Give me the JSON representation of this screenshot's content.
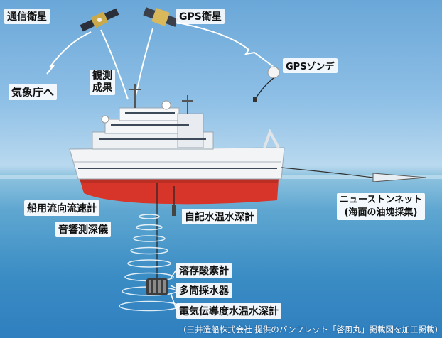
{
  "labels": {
    "comm_satellite": "通信衛星",
    "gps_satellite": "GPS衛星",
    "gps_sonde": "GPSゾンデ",
    "jma": "気象庁へ",
    "obs_results_line1": "観測",
    "obs_results_line2": "成果",
    "adcp": "船用流向流速計",
    "echo_sounder": "音響測深儀",
    "xbt": "自記水温水深計",
    "neuston_net_line1": "ニューストンネット",
    "neuston_net_line2": "(海面の油塊採集)",
    "do_meter": "溶存酸素計",
    "water_sampler": "多筒採水器",
    "ctd": "電気伝導度水温水深計"
  },
  "credit": "(三井造船株式会社 提供のパンフレット「啓風丸」掲載図を加工掲載)",
  "colors": {
    "sky": "#8fc0e6",
    "sea": "#3a8cc4",
    "hull_red": "#d8352a",
    "hull_white": "#f2f4f6"
  }
}
